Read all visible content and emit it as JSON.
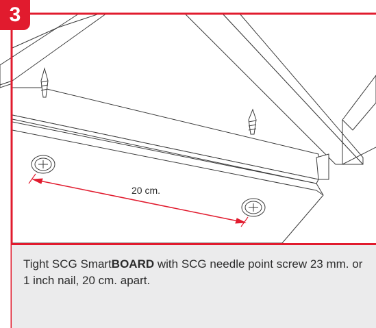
{
  "step": {
    "number": "3"
  },
  "diagram": {
    "measurement_label": "20 cm."
  },
  "caption": {
    "part1": "Tight ",
    "brand": "SCG Smart",
    "product": "BOARD",
    "part2": " with SCG needle point screw 23 mm. or 1 inch nail, 20 cm. apart."
  },
  "colors": {
    "accent": "#e11b2e",
    "panel": "#ebebec",
    "line": "#3a3a3a",
    "surface": "#ffffff"
  }
}
